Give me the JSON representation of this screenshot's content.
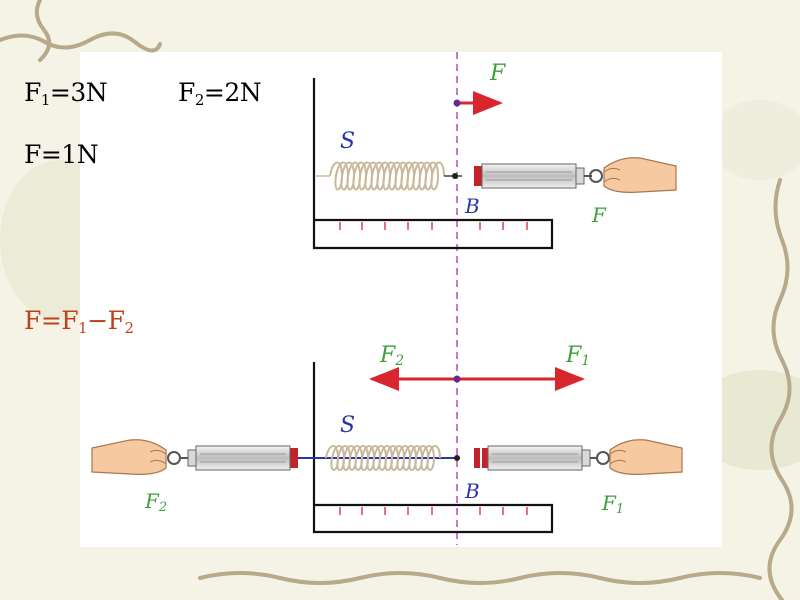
{
  "equations": {
    "f1_sym": "F",
    "f1_sub": "1",
    "f1_val": "=3N",
    "f2_sym": "F",
    "f2_sub": "2",
    "f2_val": "=2N",
    "f_result": "F=1N",
    "rel_a": "F=F",
    "rel_a_sub": "1",
    "rel_b": "−F",
    "rel_b_sub": "2"
  },
  "top_diagram": {
    "force_label": "F",
    "spring_label": "S",
    "point_label": "B",
    "hand_label": "F"
  },
  "bottom_diagram": {
    "force_left_sym": "F",
    "force_left_sub": "2",
    "force_right_sym": "F",
    "force_right_sub": "1",
    "spring_label": "S",
    "point_label": "B",
    "hand_left_sym": "F",
    "hand_left_sub": "2",
    "hand_right_sym": "F",
    "hand_right_sub": "1"
  },
  "colors": {
    "arrow": "#d9252e",
    "label_green": "#3f9f3a",
    "label_blue": "#2a35a8",
    "dashed_line": "#c255c8",
    "red_text": "#c0401a"
  }
}
